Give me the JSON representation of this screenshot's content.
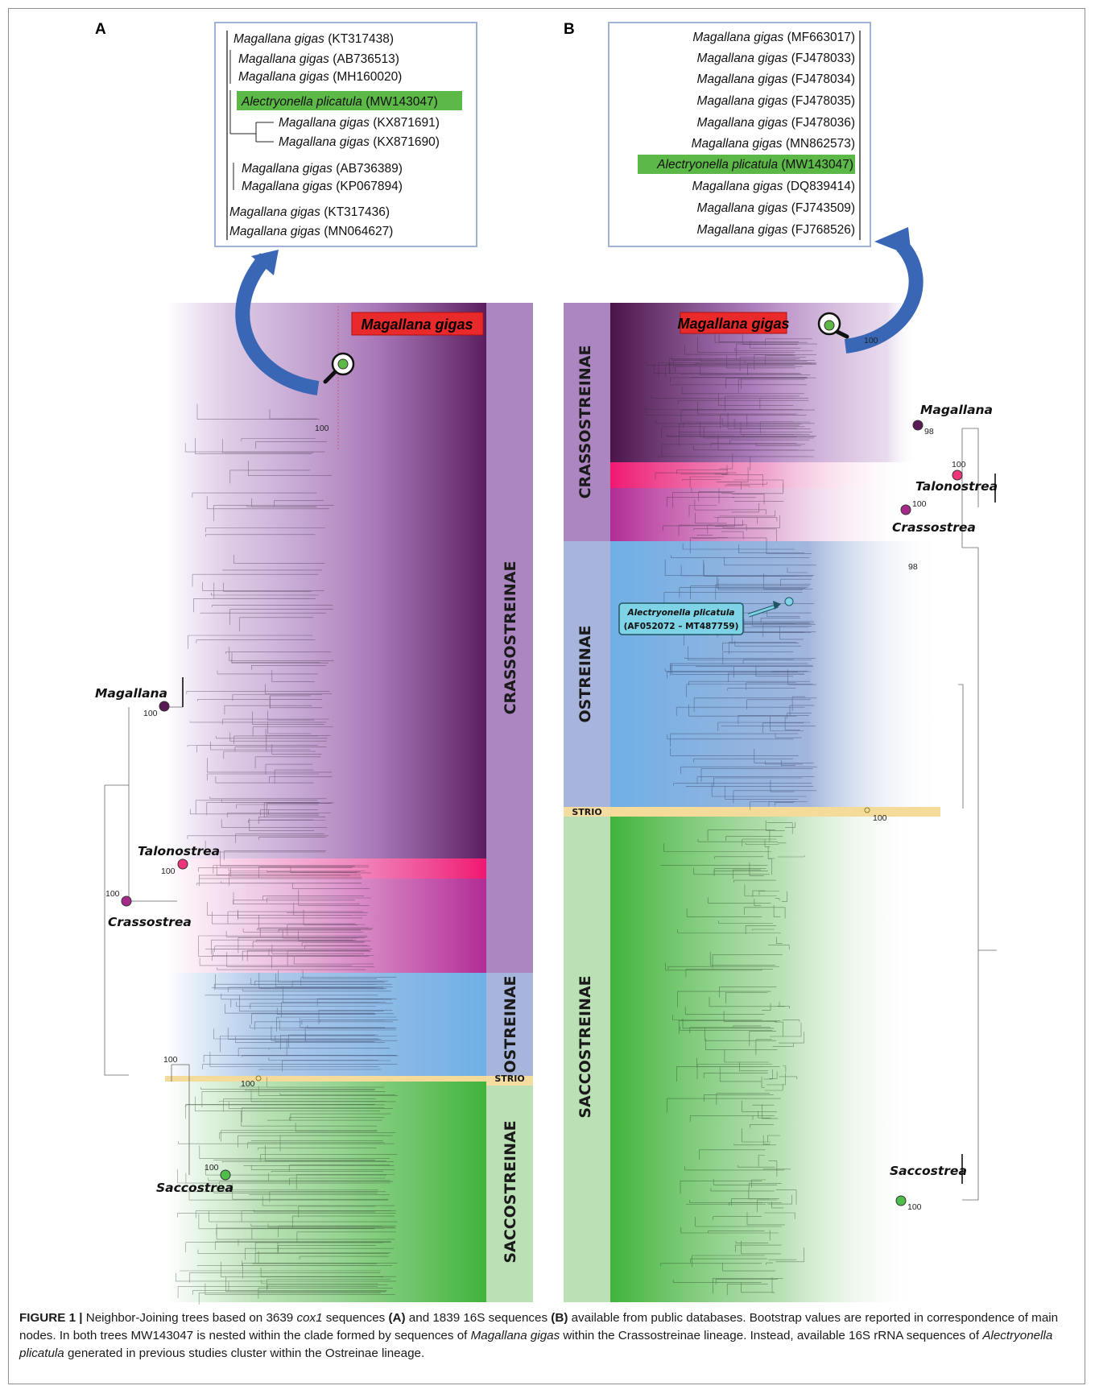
{
  "panelA": {
    "letter": "A",
    "inset": [
      {
        "species": "Magallana gigas",
        "acc": "(KT317438)"
      },
      {
        "species": "Magallana gigas",
        "acc": "(AB736513)"
      },
      {
        "species": "Magallana gigas",
        "acc": "(MH160020)"
      },
      {
        "species": "Alectryonella plicatula",
        "acc": "(MW143047)",
        "highlight": true
      },
      {
        "species": "Magallana gigas",
        "acc": "(KX871691)"
      },
      {
        "species": "Magallana gigas",
        "acc": "(KX871690)"
      },
      {
        "species": "Magallana gigas",
        "acc": "(AB736389)"
      },
      {
        "species": "Magallana gigas",
        "acc": "(KP067894)"
      },
      {
        "species": "Magallana gigas",
        "acc": "(KT317436)"
      },
      {
        "species": "Magallana gigas",
        "acc": "(MN064627)"
      }
    ],
    "red_tag": "Magallana gigas",
    "subfamilies": [
      "CRASSOSTREINAE",
      "OSTREINAE",
      "STRIO",
      "SACCOSTREINAE"
    ],
    "clades": [
      "Magallana",
      "Talonostrea",
      "Crassostrea",
      "Saccostrea"
    ],
    "bootstraps": [
      "100",
      "100",
      "100",
      "100",
      "100",
      "100",
      "100"
    ]
  },
  "panelB": {
    "letter": "B",
    "inset": [
      {
        "species": "Magallana gigas",
        "acc": "(MF663017)"
      },
      {
        "species": "Magallana gigas",
        "acc": "(FJ478033)"
      },
      {
        "species": "Magallana gigas",
        "acc": "(FJ478034)"
      },
      {
        "species": "Magallana gigas",
        "acc": "(FJ478035)"
      },
      {
        "species": "Magallana gigas",
        "acc": "(FJ478036)"
      },
      {
        "species": "Magallana gigas",
        "acc": "(MN862573)"
      },
      {
        "species": "Alectryonella plicatula",
        "acc": "(MW143047)",
        "highlight": true
      },
      {
        "species": "Magallana gigas",
        "acc": "(DQ839414)"
      },
      {
        "species": "Magallana gigas",
        "acc": "(FJ743509)"
      },
      {
        "species": "Magallana gigas",
        "acc": "(FJ768526)"
      }
    ],
    "red_tag": "Magallana gigas",
    "subfamilies": [
      "CRASSOSTREINAE",
      "OSTREINAE",
      "STRIO",
      "SACCOSTREINAE"
    ],
    "clades": [
      "Magallana",
      "Talonostrea",
      "Crassostrea",
      "Saccostrea"
    ],
    "bootstraps": [
      "100",
      "98",
      "100",
      "100",
      "98",
      "100",
      "100"
    ],
    "alectryonella_note": {
      "species": "Alectryonella plicatula",
      "accessions": "(AF052072 – MT487759)"
    }
  },
  "caption": {
    "label": "FIGURE 1 |",
    "t1": " Neighbor-Joining trees based on 3639 ",
    "gene1": "cox1",
    "t2": " sequences ",
    "refA": "(A)",
    "t3": " and 1839 16S sequences ",
    "refB": "(B)",
    "t4": " available from public databases. Bootstrap values are reported in correspondence of main nodes. In both trees MW143047 is nested within the clade formed by sequences of ",
    "sp1": "Magallana gigas",
    "t5": " within the Crassostreinae lineage. Instead, available 16S rRNA sequences of ",
    "sp2": "Alectryonella plicatula",
    "t6": " generated in previous studies cluster within the Ostreinae lineage."
  }
}
